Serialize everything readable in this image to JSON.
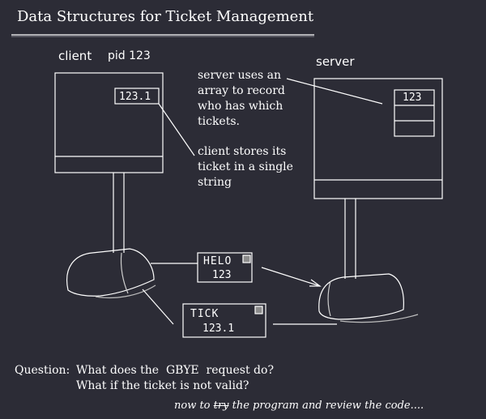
{
  "title": "Data Structures for Ticket Management",
  "client": {
    "label": "client",
    "pid_label": "pid 123",
    "ticket_value": "123.1"
  },
  "server": {
    "label": "server",
    "array_cells": [
      "123",
      "",
      ""
    ]
  },
  "notes": {
    "server_note": [
      "server uses an",
      "array to record",
      "who has which",
      "tickets."
    ],
    "client_note": [
      "client stores its",
      "ticket in a single",
      "string"
    ]
  },
  "messages": {
    "helo": {
      "command": "HELO",
      "arg": "123"
    },
    "tick": {
      "command": "TICK",
      "arg": "123.1"
    }
  },
  "question": {
    "prefix": "Question:",
    "line1": "What does the  GBYE  request do?",
    "line2": "What if the ticket is not valid?"
  },
  "footer": {
    "before_strike": "now to",
    "strike": "try",
    "after_strike": "the program and review the code...."
  },
  "colors": {
    "background": "#2c2c36",
    "foreground": "#ffffff"
  }
}
